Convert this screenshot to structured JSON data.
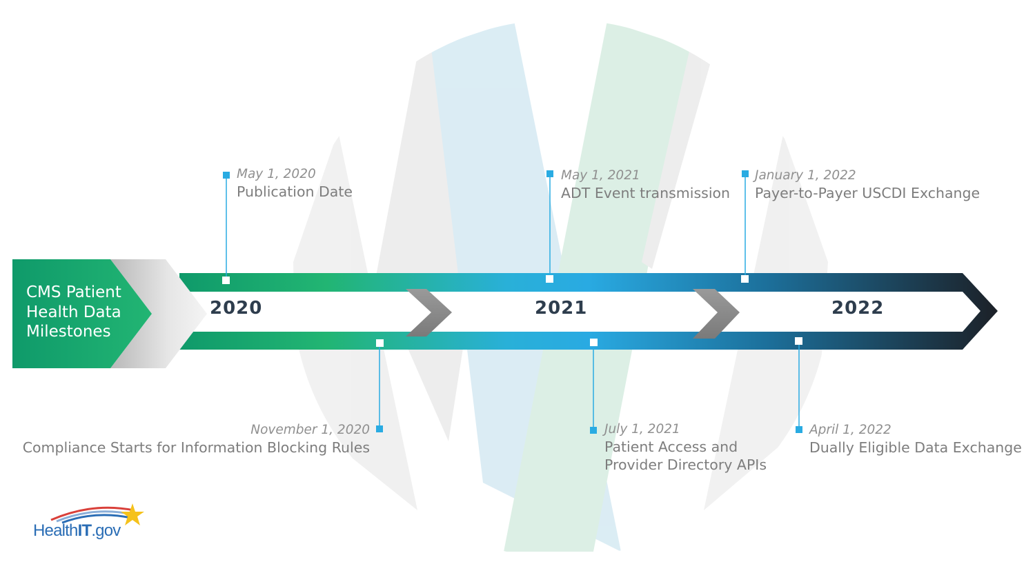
{
  "title": "CMS Patient\nHealth Data\nMilestones",
  "years": [
    "2020",
    "2021",
    "2022"
  ],
  "milestones": [
    {
      "date": "May 1, 2020",
      "label": "Publication Date"
    },
    {
      "date": "November 1, 2020",
      "label": "Compliance Starts for Information Blocking Rules"
    },
    {
      "date": "May 1, 2021",
      "label": "ADT Event transmission"
    },
    {
      "date": "July 1, 2021",
      "label": "Patient Access and\nProvider Directory APIs"
    },
    {
      "date": "January 1, 2022",
      "label": "Payer-to-Payer USCDI Exchange"
    },
    {
      "date": "April 1, 2022",
      "label": "Dually Eligible Data Exchange"
    }
  ],
  "logo": {
    "text_a": "Health",
    "text_b": "IT",
    "text_c": ".gov"
  },
  "colors": {
    "marker": "#29abe2",
    "green": "#0f9a6a",
    "teal": "#29aae2",
    "dark": "#1c2128",
    "chevron": "#8a8a8a"
  }
}
